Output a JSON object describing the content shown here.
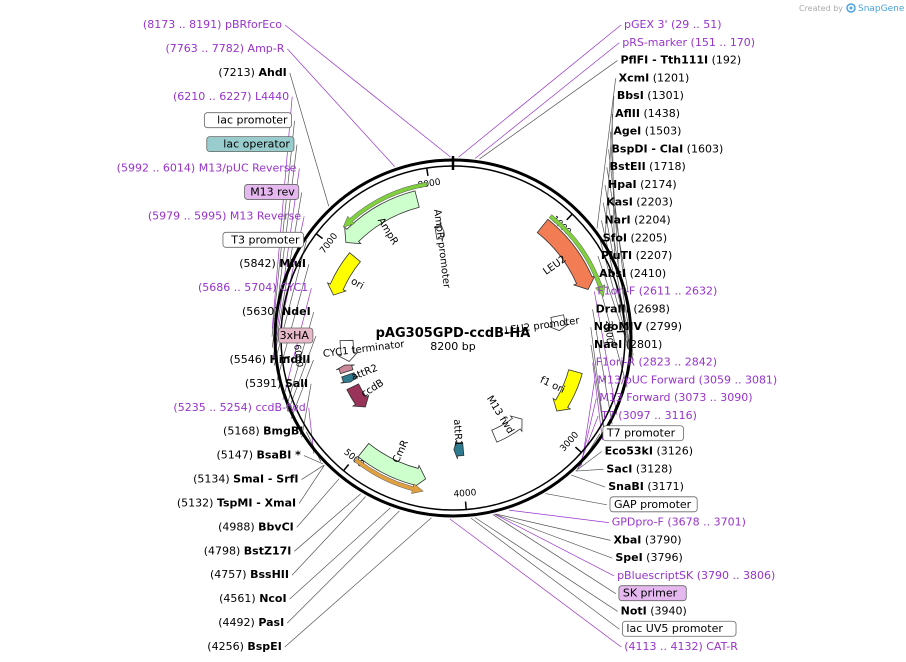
{
  "header": {
    "created_by": "Created by",
    "brand": "SnapGene"
  },
  "plasmid": {
    "name": "pAG305GPD-ccdB-HA",
    "size_label": "8200 bp",
    "length": 8200
  },
  "colors": {
    "backbone": "#000000",
    "site_label": "#000000",
    "primer": "#9933cc",
    "AmpR": "#ccffcc",
    "LEU2": "#f27c54",
    "ori": "#ffff00",
    "f1ori": "#ffff00",
    "CmR": "#ccffcc",
    "ccdB": "#99335a",
    "attR1": "#2e7a8f",
    "attR2": "#2e7a8f",
    "promoter": "#ffffff",
    "terminator": "#ffffff",
    "HA": "#cc8899",
    "lac_operator_box": "#99cccc",
    "M13rev_box": "#e6b8f0",
    "SKprimer_box": "#e6b8f0",
    "HA_box": "#e6b8c8"
  },
  "scale": {
    "ticks": [
      1000,
      2000,
      3000,
      4000,
      5000,
      6000,
      7000,
      8000
    ],
    "tick_labels": [
      "1000",
      "2000",
      "3000",
      "4000",
      "5000",
      "6000",
      "7000",
      "8000"
    ]
  },
  "features": [
    {
      "name": "AmpR",
      "label": "AmpR",
      "start": 7100,
      "end": 7870,
      "dir": -1,
      "type": "cds",
      "color": "#ccffcc"
    },
    {
      "name": "AmpR promoter",
      "label": "AmpR promoter",
      "start": 7990,
      "end": 8090,
      "dir": 1,
      "type": "promoter",
      "color": "#ffffff"
    },
    {
      "name": "LEU2",
      "label": "LEU2",
      "start": 880,
      "end": 1600,
      "dir": 1,
      "type": "cds",
      "color": "#f27c54"
    },
    {
      "name": "LEU2 promoter",
      "label": "LEU2 promoter",
      "start": 1780,
      "end": 1960,
      "dir": 1,
      "type": "promoter",
      "color": "#ffffff"
    },
    {
      "name": "f1 ori",
      "label": "f1 ori",
      "start": 2400,
      "end": 2850,
      "dir": 1,
      "type": "ori",
      "color": "#ffff00"
    },
    {
      "name": "M13 fwd",
      "label": "M13 fwd",
      "start": 3180,
      "end": 3580,
      "dir": -1,
      "type": "promoter",
      "color": "#ffffff"
    },
    {
      "name": "attR1",
      "label": "attR1",
      "start": 3980,
      "end": 4090,
      "dir": 1,
      "type": "cds",
      "color": "#2e7a8f"
    },
    {
      "name": "CmR",
      "label": "CmR",
      "start": 4350,
      "end": 4980,
      "dir": -1,
      "type": "cds",
      "color": "#ccffcc"
    },
    {
      "name": "ccdB",
      "label": "ccdB",
      "start": 5280,
      "end": 5560,
      "dir": -1,
      "type": "cds",
      "color": "#99335a"
    },
    {
      "name": "attR2",
      "label": "attR2",
      "start": 5620,
      "end": 5710,
      "dir": -1,
      "type": "cds",
      "color": "#2e7a8f"
    },
    {
      "name": "HA",
      "label": "",
      "start": 5750,
      "end": 5830,
      "dir": 1,
      "type": "cds",
      "color": "#cc8899"
    },
    {
      "name": "CYC1 terminator",
      "label": "CYC1 terminator",
      "start": 5860,
      "end": 6120,
      "dir": -1,
      "type": "promoter",
      "color": "#ffffff"
    },
    {
      "name": "ori",
      "label": "ori",
      "start": 6600,
      "end": 7050,
      "dir": -1,
      "type": "ori",
      "color": "#ffff00"
    }
  ],
  "primer_bars": [
    {
      "start": 7180,
      "end": 7980,
      "dir": -1,
      "color": "#7fcf3f"
    },
    {
      "start": 880,
      "end": 1700,
      "dir": 1,
      "color": "#7fcf3f"
    },
    {
      "start": 4350,
      "end": 4980,
      "dir": -1,
      "color": "#e0a040"
    }
  ],
  "labels": [
    {
      "id": "pBRforEco",
      "text": "(8173 .. 8191)  pBRforEco",
      "kind": "primer",
      "pos": 8182,
      "side": "right"
    },
    {
      "id": "Amp-R",
      "text": "(7763 .. 7782)  Amp-R",
      "kind": "primer",
      "pos": 7772,
      "side": "right"
    },
    {
      "id": "AhdI",
      "range": "(7213)",
      "name": "AhdI",
      "kind": "site",
      "pos": 7213,
      "side": "right"
    },
    {
      "id": "L4440",
      "text": "(6210 .. 6227)  L4440",
      "kind": "primer",
      "pos": 6218,
      "side": "right"
    },
    {
      "id": "lac-promoter",
      "text": "lac promoter",
      "kind": "box",
      "pos": 6160,
      "side": "right",
      "fill": "#ffffff"
    },
    {
      "id": "M13-pUC-Reverse",
      "text": "(5992 .. 6014)  M13/pUC Reverse",
      "kind": "primer",
      "pos": 6003,
      "side": "right"
    },
    {
      "id": "lac-operator",
      "text": "lac operator",
      "kind": "box",
      "pos": 6080,
      "side": "right",
      "fill": "#99cccc"
    },
    {
      "id": "M13-Reverse",
      "text": "(5979 .. 5995)  M13 Reverse",
      "kind": "primer",
      "pos": 5987,
      "side": "right"
    },
    {
      "id": "M13-rev",
      "text": "M13 rev",
      "kind": "box",
      "pos": 5995,
      "side": "right",
      "fill": "#e6b8f0"
    },
    {
      "id": "T3-promoter",
      "text": "T3 promoter",
      "kind": "box",
      "pos": 5950,
      "side": "right",
      "fill": "#ffffff"
    },
    {
      "id": "MluI",
      "range": "(5842)",
      "name": "MluI",
      "kind": "site",
      "pos": 5842,
      "side": "right"
    },
    {
      "id": "CYC1",
      "text": "(5686 .. 5704)  CYC1",
      "kind": "primer",
      "pos": 5695,
      "side": "right"
    },
    {
      "id": "NdeI",
      "range": "(5630)",
      "name": "NdeI",
      "kind": "site",
      "pos": 5630,
      "side": "right"
    },
    {
      "id": "3xHA",
      "text": "3xHA",
      "kind": "box",
      "pos": 5600,
      "side": "right",
      "fill": "#e6b8c8"
    },
    {
      "id": "HindIII",
      "range": "(5546)",
      "name": "HindIII",
      "kind": "site",
      "pos": 5546,
      "side": "right"
    },
    {
      "id": "SalI",
      "range": "(5391)",
      "name": "SalI",
      "kind": "site",
      "pos": 5391,
      "side": "right"
    },
    {
      "id": "ccdB-fwd",
      "text": "(5235 .. 5254)  ccdB-fwd",
      "kind": "primer",
      "pos": 5245,
      "side": "right"
    },
    {
      "id": "BmgBI",
      "range": "(5168)",
      "name": "BmgBI",
      "kind": "site",
      "pos": 5168,
      "side": "right"
    },
    {
      "id": "BsaBI",
      "range": "(5147)",
      "name": "BsaBI *",
      "kind": "site",
      "pos": 5147,
      "side": "right"
    },
    {
      "id": "SmaI-SrfI",
      "range": "(5134)",
      "name": "SmaI",
      "extra": "SrfI",
      "kind": "site2",
      "pos": 5134,
      "side": "right"
    },
    {
      "id": "TspMI-XmaI",
      "range": "(5132)",
      "name": "TspMI",
      "extra": "XmaI",
      "kind": "site2",
      "pos": 5132,
      "side": "right"
    },
    {
      "id": "BbvCI",
      "range": "(4988)",
      "name": "BbvCI",
      "kind": "site",
      "pos": 4988,
      "side": "right"
    },
    {
      "id": "BstZ17I",
      "range": "(4798)",
      "name": "BstZ17I",
      "kind": "site",
      "pos": 4798,
      "side": "right"
    },
    {
      "id": "BssHII",
      "range": "(4757)",
      "name": "BssHII",
      "kind": "site",
      "pos": 4757,
      "side": "right"
    },
    {
      "id": "NcoI",
      "range": "(4561)",
      "name": "NcoI",
      "kind": "site",
      "pos": 4561,
      "side": "right"
    },
    {
      "id": "PasI",
      "range": "(4492)",
      "name": "PasI",
      "kind": "site",
      "pos": 4492,
      "side": "right"
    },
    {
      "id": "BspEI",
      "range": "(4256)",
      "name": "BspEI",
      "kind": "site",
      "pos": 4256,
      "side": "right"
    },
    {
      "id": "CAT-R",
      "text": "(4113 .. 4132)  CAT-R",
      "kind": "primer",
      "pos": 4122,
      "side": "left"
    },
    {
      "id": "lacUV5-promoter",
      "text": "lac UV5 promoter",
      "kind": "box",
      "pos": 3970,
      "side": "left",
      "fill": "#ffffff"
    },
    {
      "id": "NotI",
      "range": "(3940)",
      "name": "NotI",
      "kind": "site",
      "pos": 3940,
      "side": "left"
    },
    {
      "id": "SK-primer",
      "text": "SK primer",
      "kind": "box",
      "pos": 3810,
      "side": "left",
      "fill": "#e6b8f0"
    },
    {
      "id": "SpeI",
      "range": "(3796)",
      "name": "SpeI",
      "kind": "site",
      "pos": 3796,
      "side": "left"
    },
    {
      "id": "XbaI",
      "range": "(3790)",
      "name": "XbaI",
      "kind": "site",
      "pos": 3790,
      "side": "left"
    },
    {
      "id": "pBluescriptSK",
      "text": "pBluescriptSK    (3790 .. 3806)",
      "kind": "primer",
      "pos": 3798,
      "side": "left"
    },
    {
      "id": "GPDpro-F",
      "text": "GPDpro-F    (3678 .. 3701)",
      "kind": "primer",
      "pos": 3690,
      "side": "left"
    },
    {
      "id": "GAP-promoter",
      "text": "GAP promoter",
      "kind": "box",
      "pos": 3400,
      "side": "left",
      "fill": "#ffffff"
    },
    {
      "id": "SnaBI",
      "range": "(3171)",
      "name": "SnaBI",
      "kind": "site",
      "pos": 3171,
      "side": "left"
    },
    {
      "id": "SacI",
      "range": "(3128)",
      "name": "SacI",
      "kind": "site",
      "pos": 3128,
      "side": "left"
    },
    {
      "id": "Eco53kI",
      "range": "(3126)",
      "name": "Eco53kI",
      "kind": "site",
      "pos": 3126,
      "side": "left"
    },
    {
      "id": "T7-promoter",
      "text": "T7 promoter",
      "kind": "box",
      "pos": 3110,
      "side": "left",
      "fill": "#ffffff"
    },
    {
      "id": "T7",
      "text": "T7    (3097 .. 3116)",
      "kind": "primer",
      "pos": 3106,
      "side": "left"
    },
    {
      "id": "M13-Forward",
      "text": "M13 Forward    (3073 .. 3090)",
      "kind": "primer",
      "pos": 3081,
      "side": "left"
    },
    {
      "id": "M13-pUC-Forward",
      "text": "M13/pUC Forward    (3059 .. 3081)",
      "kind": "primer",
      "pos": 3070,
      "side": "left"
    },
    {
      "id": "F1ori-R",
      "text": "F1ori-R    (2823 .. 2842)",
      "kind": "primer",
      "pos": 2832,
      "side": "left"
    },
    {
      "id": "NaeI",
      "range": "(2801)",
      "name": "NaeI",
      "kind": "site",
      "pos": 2801,
      "side": "left"
    },
    {
      "id": "NgoMIV",
      "range": "(2799)",
      "name": "NgoMIV",
      "kind": "site",
      "pos": 2799,
      "side": "left"
    },
    {
      "id": "DraIII",
      "range": "(2698)",
      "name": "DraIII",
      "kind": "site",
      "pos": 2698,
      "side": "left"
    },
    {
      "id": "F1ori-F",
      "text": "F1ori-F    (2611 .. 2632)",
      "kind": "primer",
      "pos": 2621,
      "side": "left"
    },
    {
      "id": "AbsI",
      "range": "(2410)",
      "name": "AbsI",
      "kind": "site",
      "pos": 2410,
      "side": "left"
    },
    {
      "id": "PluTI",
      "range": "(2207)",
      "name": "PluTI",
      "kind": "site",
      "pos": 2207,
      "side": "left"
    },
    {
      "id": "SfoI",
      "range": "(2205)",
      "name": "SfoI",
      "kind": "site",
      "pos": 2205,
      "side": "left"
    },
    {
      "id": "NarI",
      "range": "(2204)",
      "name": "NarI",
      "kind": "site",
      "pos": 2204,
      "side": "left"
    },
    {
      "id": "KasI",
      "range": "(2203)",
      "name": "KasI",
      "kind": "site",
      "pos": 2203,
      "side": "left"
    },
    {
      "id": "HpaI",
      "range": "(2174)",
      "name": "HpaI",
      "kind": "site",
      "pos": 2174,
      "side": "left"
    },
    {
      "id": "BstEII",
      "range": "(1718)",
      "name": "BstEII",
      "kind": "site",
      "pos": 1718,
      "side": "left"
    },
    {
      "id": "BspDI-ClaI",
      "range": "(1603)",
      "name": "BspDI",
      "extra": "ClaI",
      "kind": "site2",
      "pos": 1603,
      "side": "left"
    },
    {
      "id": "AgeI",
      "range": "(1503)",
      "name": "AgeI",
      "kind": "site",
      "pos": 1503,
      "side": "left"
    },
    {
      "id": "AflII",
      "range": "(1438)",
      "name": "AflII",
      "kind": "site",
      "pos": 1438,
      "side": "left"
    },
    {
      "id": "BbsI",
      "range": "(1301)",
      "name": "BbsI",
      "kind": "site",
      "pos": 1301,
      "side": "left"
    },
    {
      "id": "XcmI",
      "range": "(1201)",
      "name": "XcmI",
      "kind": "site",
      "pos": 1201,
      "side": "left"
    },
    {
      "id": "PflFI-Tth111I",
      "range": "(192)",
      "name": "PflFI",
      "extra": "Tth111I",
      "kind": "site2",
      "pos": 192,
      "side": "left"
    },
    {
      "id": "pRS-marker",
      "text": "pRS-marker    (151 .. 170)",
      "kind": "primer",
      "pos": 160,
      "side": "left"
    },
    {
      "id": "pGEX-3",
      "text": "pGEX 3'    (29 .. 51)",
      "kind": "primer",
      "pos": 40,
      "side": "left"
    }
  ]
}
